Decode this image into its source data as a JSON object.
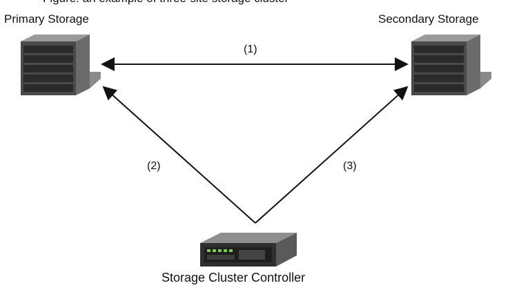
{
  "caption_fragment": "Figure: an example of three-site storage cluster",
  "labels": {
    "primary": "Primary Storage",
    "secondary": "Secondary Storage",
    "controller": "Storage Cluster Controller"
  },
  "links": [
    {
      "id": "primary-secondary",
      "label": "(1)"
    },
    {
      "id": "controller-primary",
      "label": "(2)"
    },
    {
      "id": "controller-secondary",
      "label": "(3)"
    }
  ],
  "colors": {
    "line": "#111111",
    "storage_face": "#4a4a4a",
    "storage_side": "#6b6b6b",
    "storage_top": "#9a9a9a",
    "drive": "#2a2a2a",
    "controller_body": "#2f2f2f",
    "controller_panel": "#1e1e1e",
    "led": "#7ccf4a"
  }
}
